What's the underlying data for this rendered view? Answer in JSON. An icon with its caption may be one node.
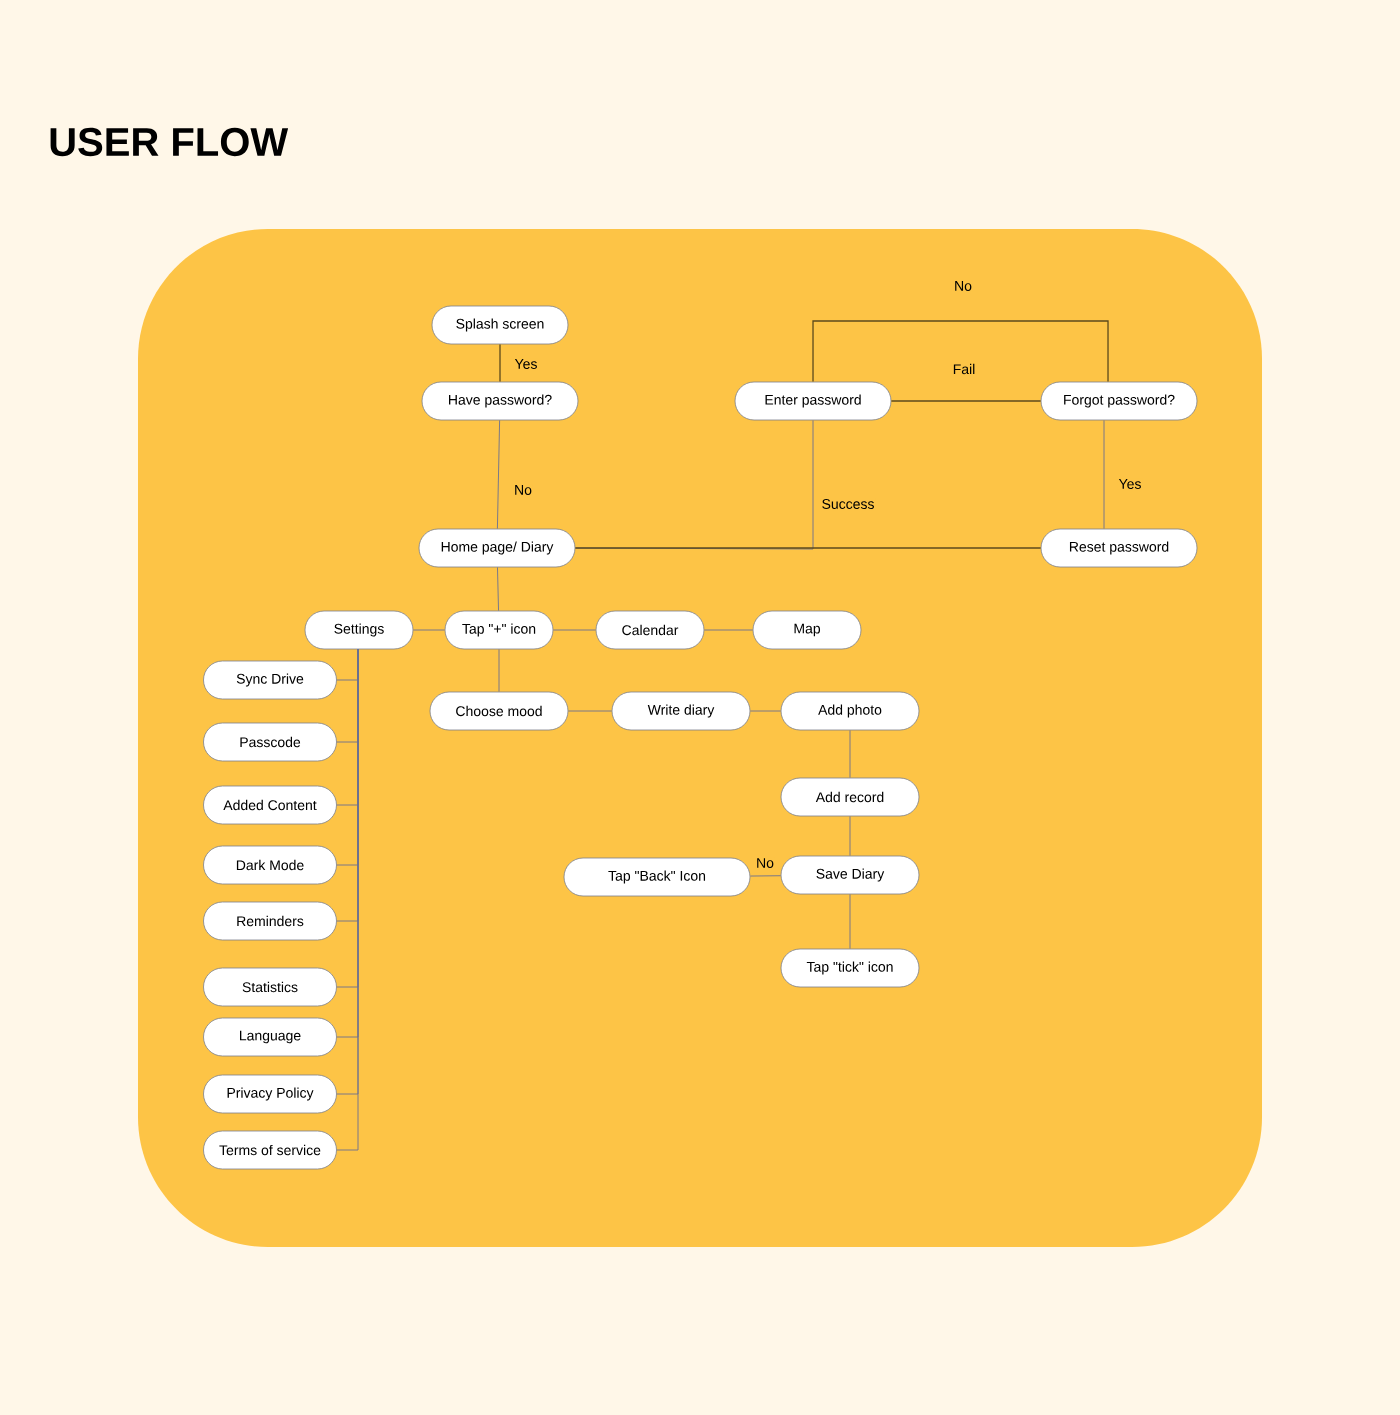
{
  "diagram": {
    "title": "USER FLOW",
    "nodes": [
      {
        "text": [
          "Splash screen"
        ]
      },
      {
        "text": [
          "Have password?"
        ]
      },
      {
        "text": [
          "Enter password"
        ]
      },
      {
        "text": [
          "Forgot password?"
        ]
      },
      {
        "text": [
          "Home page/ Diary"
        ]
      },
      {
        "text": [
          "Reset password"
        ]
      },
      {
        "text": [
          "Settings"
        ]
      },
      {
        "text": [
          "Tap \"+\" icon"
        ]
      },
      {
        "text": [
          "Calendar"
        ]
      },
      {
        "text": [
          "Map"
        ]
      },
      {
        "text": [
          "Choose mood"
        ]
      },
      {
        "text": [
          "Write diary"
        ]
      },
      {
        "text": [
          "Add photo"
        ]
      },
      {
        "text": [
          "Add record"
        ]
      },
      {
        "text": [
          "Tap \"Back\" Icon"
        ]
      },
      {
        "text": [
          "Save Diary"
        ]
      },
      {
        "text": [
          "Tap \"tick\" icon"
        ]
      },
      {
        "text": [
          "Sync Drive"
        ]
      },
      {
        "text": [
          "Passcode"
        ]
      },
      {
        "text": [
          "Added Content"
        ]
      },
      {
        "text": [
          "Dark Mode"
        ]
      },
      {
        "text": [
          "Reminders"
        ]
      },
      {
        "text": [
          "Statistics"
        ]
      },
      {
        "text": [
          "Language"
        ]
      },
      {
        "text": [
          "Privacy Policy"
        ]
      },
      {
        "text": [
          "Terms of service"
        ]
      }
    ],
    "edges": [
      {
        "from": 0,
        "to": 1,
        "arrow": "none",
        "label": "Yes",
        "color": "#5c4a1c"
      },
      {
        "from": 1,
        "to": 4,
        "arrow": "none",
        "label": "No"
      },
      {
        "from": 2,
        "to": 3,
        "arrow": "none",
        "label": "No",
        "color": "#5c4a1c"
      },
      {
        "from": 2,
        "to": 3,
        "arrow": "none",
        "label": "Fail",
        "color": "#5c4a1c"
      },
      {
        "from": 2,
        "to": 4,
        "arrow": "none",
        "label": "Success"
      },
      {
        "from": 3,
        "to": 5,
        "arrow": "none",
        "label": "Yes"
      },
      {
        "from": 5,
        "to": 4,
        "arrow": "none",
        "color": "#5c4a1c"
      },
      {
        "from": 4,
        "to": 7,
        "arrow": "none"
      },
      {
        "from": 7,
        "to": 6,
        "arrow": "none"
      },
      {
        "from": 7,
        "to": 8,
        "arrow": "none"
      },
      {
        "from": 8,
        "to": 9,
        "arrow": "none"
      },
      {
        "from": 7,
        "to": 10,
        "arrow": "none"
      },
      {
        "from": 10,
        "to": 11,
        "arrow": "none"
      },
      {
        "from": 11,
        "to": 12,
        "arrow": "none"
      },
      {
        "from": 12,
        "to": 13,
        "arrow": "none"
      },
      {
        "from": 13,
        "to": 15,
        "arrow": "none"
      },
      {
        "from": 15,
        "to": 14,
        "arrow": "none",
        "label": "No"
      },
      {
        "from": 15,
        "to": 16,
        "arrow": "none"
      },
      {
        "from": 6,
        "to": 17,
        "arrow": "none"
      },
      {
        "from": 6,
        "to": 18,
        "arrow": "none"
      },
      {
        "from": 6,
        "to": 19,
        "arrow": "none"
      },
      {
        "from": 6,
        "to": 20,
        "arrow": "none"
      },
      {
        "from": 6,
        "to": 21,
        "arrow": "none"
      },
      {
        "from": 6,
        "to": 22,
        "arrow": "none"
      },
      {
        "from": 6,
        "to": 23,
        "arrow": "none"
      },
      {
        "from": 6,
        "to": 24,
        "arrow": "none"
      },
      {
        "from": 6,
        "to": 25,
        "arrow": "none"
      }
    ]
  }
}
